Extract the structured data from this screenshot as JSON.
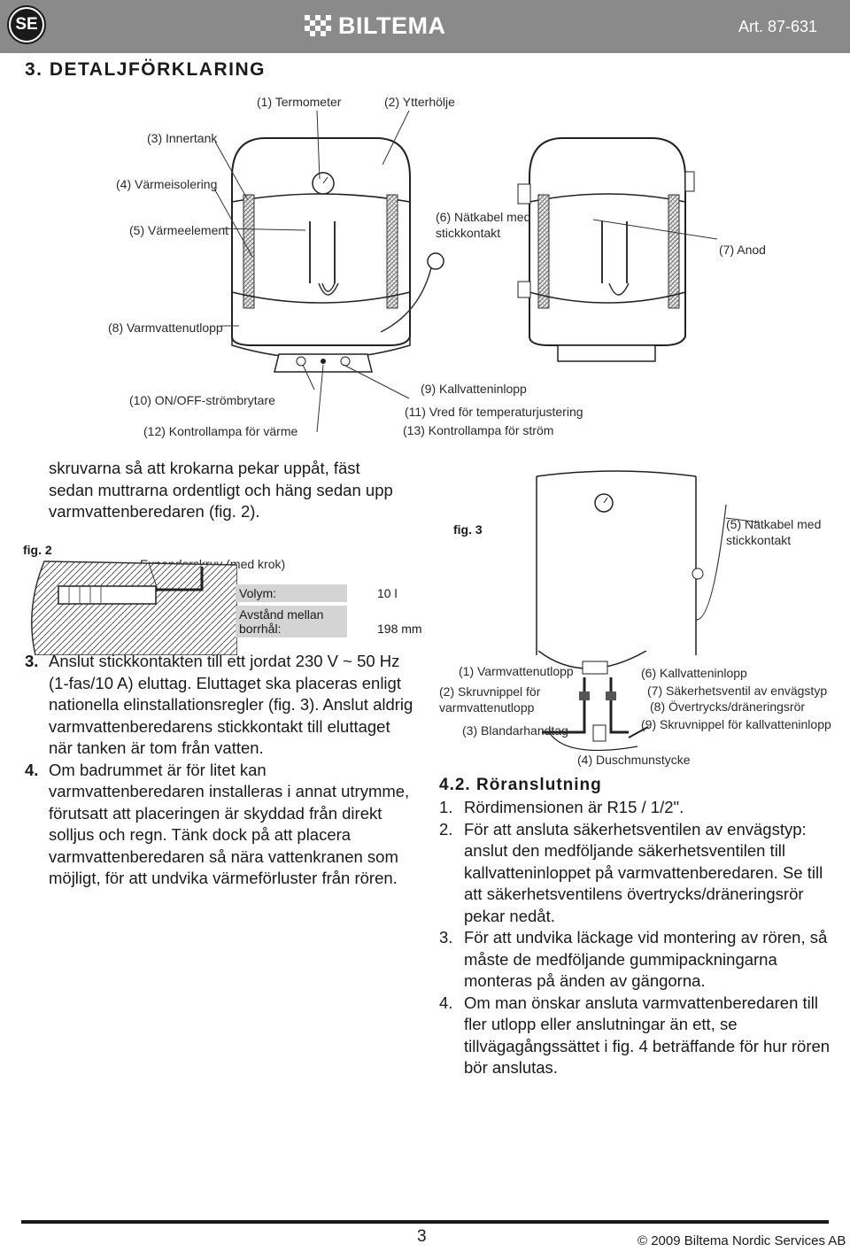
{
  "header": {
    "lang_code": "SE",
    "brand": "BILTEMA",
    "article": "Art. 87-631"
  },
  "section_title": "3. DETALJFÖRKLARING",
  "fig1_labels": {
    "termometer": "(1) Termometer",
    "ytterholje": "(2) Ytterhölje",
    "innertank": "(3) Innertank",
    "varmeisolering": "(4) Värmeisolering",
    "varmeelement": "(5) Värmeelement",
    "natkabel": "(6) Nätkabel med stickkontakt",
    "anod": "(7) Anod",
    "varmvattenutlopp": "(8) Varmvattenutlopp",
    "kallvatteninlopp": "(9) Kallvatteninlopp",
    "onoff": "(10) ON/OFF-strömbrytare",
    "vred": "(11) Vred för temperaturjustering",
    "kontrollampa_varme": "(12) Kontrollampa för värme",
    "kontrollampa_strom": "(13) Kontrollampa för ström"
  },
  "left_intro": "skruvarna så att krokarna pekar uppåt, fäst sedan muttrarna ordentligt och häng sedan upp varmvattenberedaren (fig. 2).",
  "fig2": {
    "label": "fig. 2",
    "screw_label": "Expanderskruv (med krok)",
    "spec_rows": [
      {
        "key": "Volym:",
        "value": "10 l"
      },
      {
        "key": "Avstånd mellan borrhål:",
        "value": "198 mm"
      }
    ]
  },
  "fig3": {
    "label": "fig. 3",
    "cable_label": "(5) Nätkabel med stickkontakt"
  },
  "fig4_labels": {
    "varmvattenutlopp": "(1) Varmvattenutlopp",
    "skruvnippel_varm": "(2) Skruvnippel för varmvattenutlopp",
    "blandarhandtag": "(3) Blandarhandtag",
    "duschmunstycke": "(4) Duschmunstycke",
    "kallvatteninlopp": "(6) Kallvatteninlopp",
    "sakerhetsventil": "(7) Säkerhetsventil av envägstyp",
    "overtrycksror": "(8) Övertrycks/dräneringsrör",
    "skruvnippel_kall": "(9) Skruvnippel för kallvatteninlopp"
  },
  "left_steps": [
    {
      "num": "3.",
      "text": "Anslut stickkontakten till ett jordat 230 V ~ 50 Hz (1-fas/10 A) eluttag. Eluttaget ska placeras enligt nationella elinstallationsregler (fig. 3). Anslut aldrig varmvattenberedarens stickkontakt till eluttaget när tanken är tom från vatten."
    },
    {
      "num": "4.",
      "text": "Om badrummet är för litet kan varmvattenberedaren installeras i annat utrymme, förutsatt att placeringen är skyddad från direkt solljus och regn. Tänk dock på att placera varmvattenberedaren så nära vattenkranen som möjligt, för att undvika värmeförluster från rören."
    }
  ],
  "right_section": {
    "title": "4.2. Röranslutning",
    "items": [
      {
        "num": "1.",
        "text": "Rördimensionen är R15 / 1/2\"."
      },
      {
        "num": "2.",
        "text": "För att ansluta säkerhetsventilen av envägstyp: anslut den medföljande säkerhetsventilen till kallvatteninloppet på varmvattenberedaren. Se till att säkerhetsventilens övertrycks/dräneringsrör pekar nedåt."
      },
      {
        "num": "3.",
        "text": "För att undvika läckage vid montering av rören, så måste de medföljande gummipackningarna monteras på änden av gängorna."
      },
      {
        "num": "4.",
        "text": "Om man önskar ansluta varmvattenberedaren till fler utlopp eller anslutningar än ett, se tillvägagångssättet i fig. 4 beträffande för hur rören bör anslutas."
      }
    ]
  },
  "footer": {
    "page_number": "3",
    "copyright": "© 2009 Biltema Nordic Services AB"
  }
}
